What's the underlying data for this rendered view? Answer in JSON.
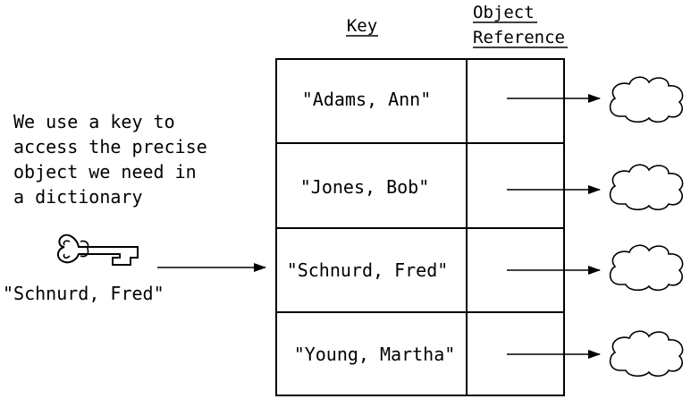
{
  "headers": {
    "key": "Key",
    "ref_line1": "Object",
    "ref_line2": "Reference"
  },
  "explanation": [
    "We use a key to",
    "access the precise",
    "object we need in",
    "a dictionary"
  ],
  "lookup_key": "\"Schnurd, Fred\"",
  "entries": [
    {
      "key": "\"Adams, Ann\""
    },
    {
      "key": "\"Jones, Bob\""
    },
    {
      "key": "\"Schnurd, Fred\""
    },
    {
      "key": "\"Young, Martha\""
    }
  ],
  "colors": {
    "ink": "#000000",
    "background": "#ffffff"
  },
  "icons": {
    "lookup": "key-icon",
    "object": "cloud-icon"
  }
}
